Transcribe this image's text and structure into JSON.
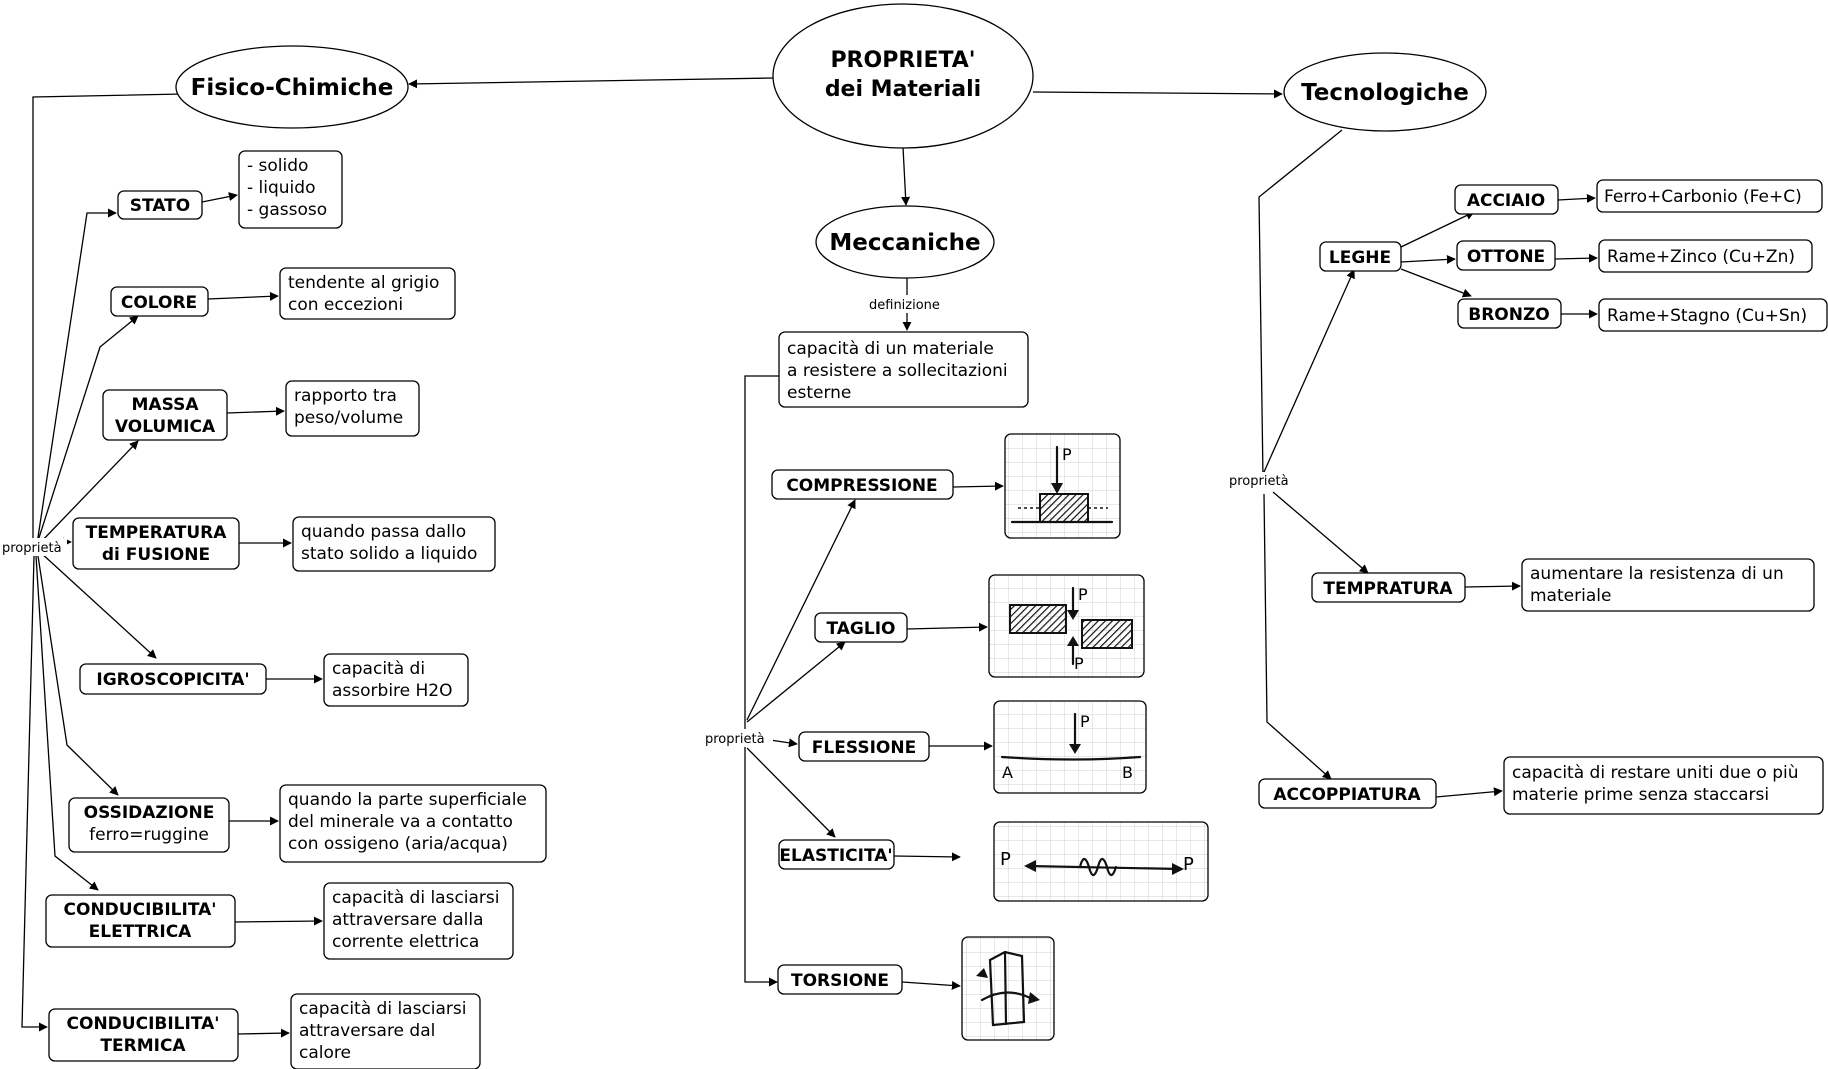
{
  "root": {
    "line1": "PROPRIETA'",
    "line2": "dei Materiali"
  },
  "categories": {
    "fisico": "Fisico-Chimiche",
    "meccaniche": "Meccaniche",
    "tecnologiche": "Tecnologiche"
  },
  "link_labels": {
    "fisico_proprieta": "proprietà",
    "meccaniche_definizione": "definizione",
    "meccaniche_proprieta": "proprietà",
    "tecnologiche_proprieta": "proprietà"
  },
  "fisico": {
    "stato": {
      "label": [
        "STATO"
      ],
      "desc": [
        "- solido",
        "- liquido",
        "- gassoso"
      ]
    },
    "colore": {
      "label": [
        "COLORE"
      ],
      "desc": [
        "tendente al grigio",
        "con eccezioni"
      ]
    },
    "massa": {
      "label": [
        "MASSA",
        "VOLUMICA"
      ],
      "desc": [
        "rapporto tra",
        "peso/volume"
      ]
    },
    "temperatura": {
      "label": [
        "TEMPERATURA",
        "di FUSIONE"
      ],
      "desc": [
        "quando passa dallo",
        "stato solido a liquido"
      ]
    },
    "igroscopicita": {
      "label": [
        "IGROSCOPICITA'"
      ],
      "desc": [
        "capacità di",
        "assorbire H2O"
      ]
    },
    "ossidazione": {
      "label": [
        "OSSIDAZIONE"
      ],
      "sublabel": "ferro=ruggine",
      "desc": [
        "quando la parte superficiale",
        "del minerale va a contatto",
        "con ossigeno (aria/acqua)"
      ]
    },
    "cond_elettrica": {
      "label": [
        "CONDUCIBILITA'",
        "ELETTRICA"
      ],
      "desc": [
        "capacità di lasciarsi",
        "attraversare dalla",
        "corrente elettrica"
      ]
    },
    "cond_termica": {
      "label": [
        "CONDUCIBILITA'",
        "TERMICA"
      ],
      "desc": [
        "capacità di lasciarsi",
        "attraversare dal",
        "calore"
      ]
    }
  },
  "meccaniche": {
    "definition": [
      "capacità di un materiale",
      "a resistere a sollecitazioni",
      "esterne"
    ],
    "compressione": {
      "label": "COMPRESSIONE",
      "sketch": "compression-sketch"
    },
    "taglio": {
      "label": "TAGLIO",
      "sketch": "shear-sketch"
    },
    "flessione": {
      "label": "FLESSIONE",
      "sketch": "bending-sketch"
    },
    "elasticita": {
      "label": "ELASTICITA'",
      "sketch": "elasticity-sketch"
    },
    "torsione": {
      "label": "TORSIONE",
      "sketch": "torsion-sketch"
    }
  },
  "sketch_letters": {
    "p": "P",
    "a": "A",
    "b": "B"
  },
  "tecnologiche": {
    "leghe": {
      "label": "LEGHE"
    },
    "acciaio": {
      "label": "ACCIAIO",
      "desc": "Ferro+Carbonio (Fe+C)"
    },
    "ottone": {
      "label": "OTTONE",
      "desc": "Rame+Zinco (Cu+Zn)"
    },
    "bronzo": {
      "label": "BRONZO",
      "desc": "Rame+Stagno (Cu+Sn)"
    },
    "tempratura": {
      "label": "TEMPRATURA",
      "desc": [
        "aumentare la resistenza di un",
        "materiale"
      ]
    },
    "accoppiatura": {
      "label": "ACCOPPIATURA",
      "desc": [
        "capacità di restare uniti due o più",
        "materie prime senza staccarsi"
      ]
    }
  }
}
